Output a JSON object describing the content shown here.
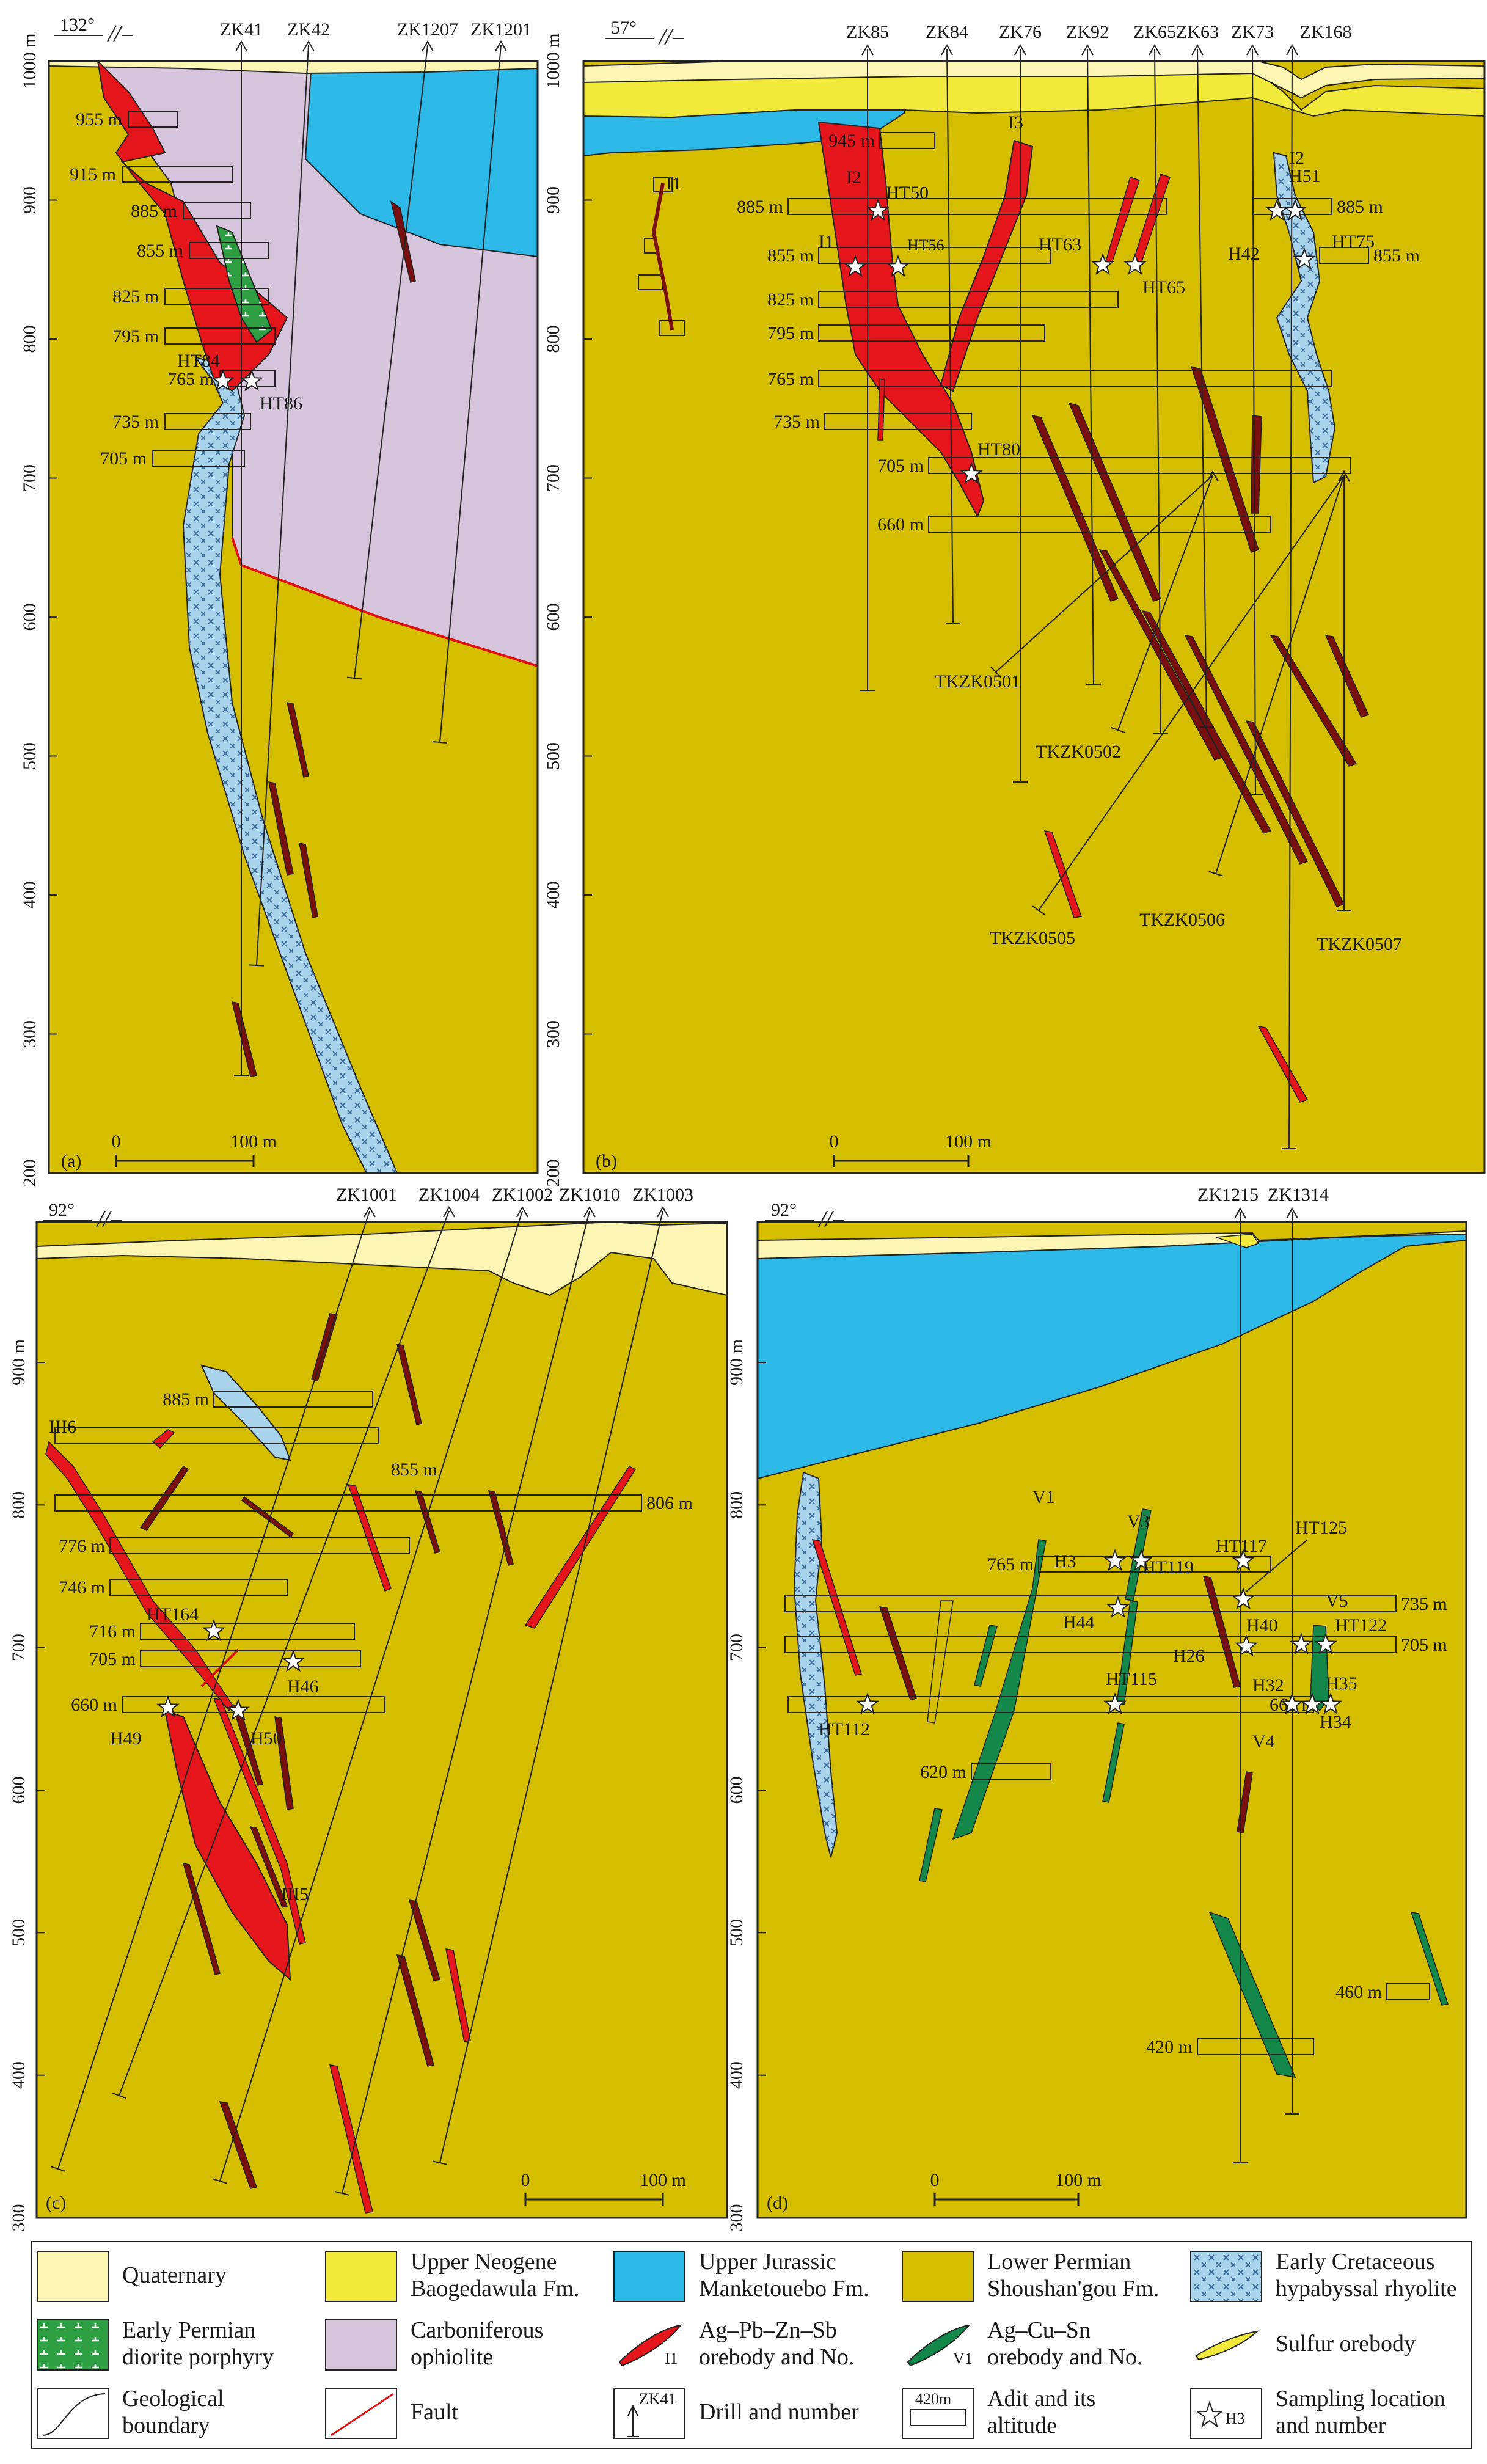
{
  "colors": {
    "quaternary": "#fdf5b3",
    "neogene": "#f2ea3a",
    "jurassic": "#2cb9e8",
    "permian": "#d5bd00",
    "rhyolite": "#a9d4ec",
    "diorite": "#2e9e43",
    "ophiolite": "#d6c4dc",
    "agpb": "#e4161b",
    "agcu": "#13884a",
    "sulfur": "#f2ea3a",
    "fault": "#e01010"
  },
  "panels": [
    {
      "id": "a",
      "tag": "(a)",
      "orient": "132°",
      "yticks": [
        "1000 m",
        "900",
        "800",
        "700",
        "600",
        "500",
        "400",
        "300",
        "200"
      ],
      "drills": [
        "ZK41",
        "ZK42",
        "ZK1207",
        "ZK1201"
      ],
      "adits": [
        "955 m",
        "915 m",
        "885 m",
        "855 m",
        "825 m",
        "795 m",
        "765 m",
        "735 m",
        "705 m"
      ],
      "samples": [
        "HT84",
        "HT86"
      ],
      "scale": [
        "0",
        "100 m"
      ]
    },
    {
      "id": "b",
      "tag": "(b)",
      "orient": "57°",
      "yticks": [
        "1000 m",
        "900",
        "800",
        "700",
        "600",
        "500",
        "400",
        "300",
        "200"
      ],
      "drills": [
        "ZK85",
        "ZK84",
        "ZK76",
        "ZK92",
        "ZK65",
        "ZK63",
        "ZK73",
        "ZK168"
      ],
      "adits": [
        "945 m",
        "885 m",
        "855 m",
        "825 m",
        "795 m",
        "765 m",
        "735 m",
        "705 m",
        "660 m",
        "885 m",
        "855 m"
      ],
      "bodies": [
        "I1",
        "I2",
        "I3",
        "I1",
        "I2"
      ],
      "samples": [
        "HT50",
        "HT56",
        "HT63",
        "HT65",
        "H42",
        "H51",
        "HT75",
        "HT80"
      ],
      "holes": [
        "TKZK0501",
        "TKZK0502",
        "TKZK0505",
        "TKZK0506",
        "TKZK0507"
      ],
      "scale": [
        "0",
        "100 m"
      ]
    },
    {
      "id": "c",
      "tag": "(c)",
      "orient": "92°",
      "yticks": [
        "900 m",
        "800",
        "700",
        "600",
        "500",
        "400",
        "300"
      ],
      "drills": [
        "ZK1001",
        "ZK1004",
        "ZK1002",
        "ZK1010",
        "ZK1003"
      ],
      "adits": [
        "885 m",
        "855 m",
        "806 m",
        "776 m",
        "746 m",
        "716 m",
        "705 m",
        "660 m"
      ],
      "bodies": [
        "III6",
        "III5"
      ],
      "samples": [
        "HT164",
        "H46",
        "H49",
        "H50"
      ],
      "scale": [
        "0",
        "100 m"
      ]
    },
    {
      "id": "d",
      "tag": "(d)",
      "orient": "92°",
      "yticks": [
        "900 m",
        "800",
        "700",
        "600",
        "500",
        "400",
        "300"
      ],
      "drills": [
        "ZK1215",
        "ZK1314"
      ],
      "adits": [
        "765 m",
        "735 m",
        "705 m",
        "660 m",
        "620 m",
        "460 m",
        "420 m"
      ],
      "bodies": [
        "V1",
        "V3",
        "V5",
        "V4"
      ],
      "samples": [
        "H3",
        "HT119",
        "HT117",
        "HT125",
        "H44",
        "H40",
        "HT122",
        "H26",
        "HT115",
        "HT112",
        "H32",
        "H35",
        "H34"
      ],
      "scale": [
        "0",
        "100 m"
      ]
    }
  ],
  "legend": [
    {
      "key": "quaternary",
      "label": "Quaternary"
    },
    {
      "key": "neogene",
      "label": "Upper Neogene\nBaogedawula Fm."
    },
    {
      "key": "jurassic",
      "label": "Upper Jurassic\nManketouebo Fm."
    },
    {
      "key": "permian",
      "label": "Lower Permian\nShoushan'gou Fm."
    },
    {
      "key": "rhyolite",
      "label": "Early Cretaceous\nhypabyssal rhyolite"
    },
    {
      "key": "diorite",
      "label": "Early Permian\ndiorite porphyry"
    },
    {
      "key": "ophiolite",
      "label": "Carboniferous\nophiolite"
    },
    {
      "key": "agpb",
      "label": "Ag–Pb–Zn–Sb\norebody and No.",
      "tag": "I1"
    },
    {
      "key": "agcu",
      "label": "Ag–Cu–Sn\norebody and No.",
      "tag": "V1"
    },
    {
      "key": "sulfur",
      "label": "Sulfur orebody"
    },
    {
      "key": "boundary",
      "label": "Geological\nboundary"
    },
    {
      "key": "fault",
      "label": "Fault"
    },
    {
      "key": "drill",
      "label": "Drill and number",
      "tag": "ZK41"
    },
    {
      "key": "adit",
      "label": "Adit and its\naltitude",
      "tag": "420m"
    },
    {
      "key": "sample",
      "label": "Sampling location\nand number",
      "tag": "H3"
    }
  ]
}
